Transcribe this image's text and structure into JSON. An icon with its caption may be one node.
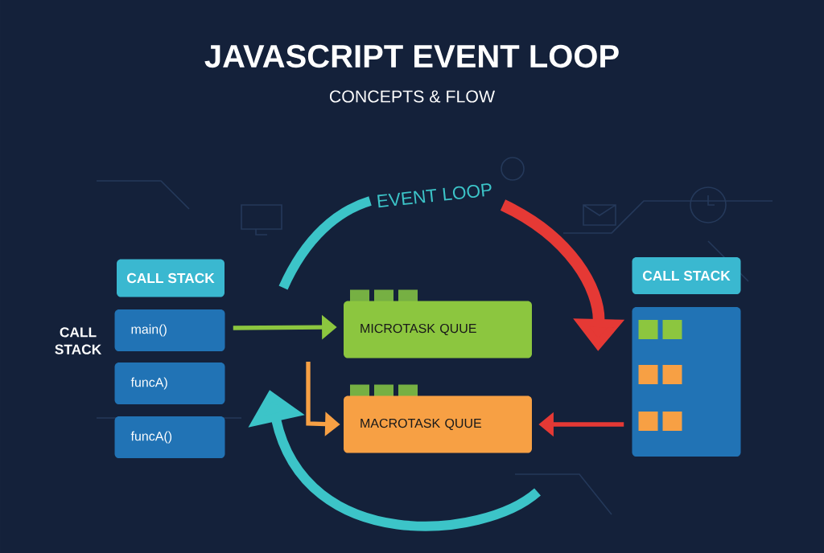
{
  "diagram": {
    "title": "JAVASCRIPT EVENT LOOP",
    "nodes": [
      {
        "text": [
          "CALL STACK"
        ]
      },
      {
        "text": [
          "main()"
        ]
      },
      {
        "text": [
          "funcA)"
        ]
      },
      {
        "text": [
          "funcA()"
        ]
      },
      {
        "text": [
          "MICROTASK QUUE"
        ]
      },
      {
        "text": [
          "MACROTASK QUUE"
        ]
      },
      {
        "text": [
          "CALL STACK"
        ]
      },
      {
        "text": [],
        "shape": "box"
      }
    ],
    "edges": [
      {
        "from": 1,
        "to": 4,
        "arrow": "to",
        "color": "#8cc63f"
      },
      {
        "from": null,
        "to": 5,
        "arrow": "to",
        "color": "#f7a044"
      },
      {
        "from": 7,
        "to": 5,
        "arrow": "to",
        "color": "#e53935"
      },
      {
        "from": null,
        "to": 7,
        "arrow": "to",
        "style": "thick",
        "color": "#e53935"
      }
    ],
    "labels": [
      "CONCEPTS & FLOW",
      "EVENT LOOP",
      "CALL STACK"
    ]
  }
}
